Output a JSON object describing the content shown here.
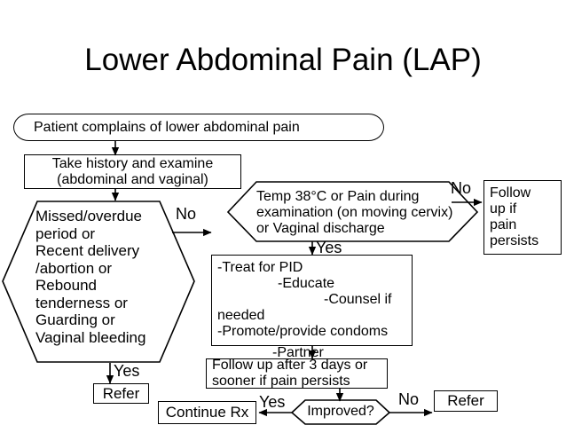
{
  "title": "Lower Abdominal Pain (LAP)",
  "flowchart": {
    "type": "flowchart",
    "nodes": {
      "start": {
        "shape": "rounded-rectangle",
        "text": "Patient complains of lower abdominal pain"
      },
      "history": {
        "shape": "rectangle",
        "line1": "Take history and examine",
        "line2": "(abdominal and vaginal)"
      },
      "risk_hexagon": {
        "shape": "hexagon",
        "line1": "Missed/overdue",
        "line2": "period or",
        "line3": "Recent delivery",
        "line4": "/abortion or",
        "line5": "Rebound",
        "line6": "tenderness or",
        "line7": "Guarding or",
        "line8": "Vaginal bleeding"
      },
      "pid_hexagon": {
        "shape": "hexagon",
        "line1": "Temp 38°C or Pain during",
        "line2": "examination (on moving cervix)",
        "line3": "or Vaginal discharge"
      },
      "followup_persists": {
        "shape": "rectangle",
        "line1": "Follow",
        "line2": "up if",
        "line3": "pain",
        "line4": "persists"
      },
      "treatment": {
        "shape": "rectangle",
        "line1": "-Treat for PID",
        "line2": "-Educate",
        "line3": "-Counsel if",
        "line4": "needed",
        "line5": "-Promote/provide condoms",
        "line6": "-Partner"
      },
      "followup_3days": {
        "shape": "rectangle",
        "line1": "Follow up after 3 days or",
        "line2": "sooner if pain persists"
      },
      "refer_left": {
        "shape": "rectangle",
        "text": "Refer"
      },
      "continue_rx": {
        "shape": "rectangle",
        "text": "Continue Rx"
      },
      "improved": {
        "shape": "hexagon",
        "text": "Improved?"
      },
      "refer_right": {
        "shape": "rectangle",
        "text": "Refer"
      }
    },
    "edge_labels": {
      "risk_no": "No",
      "risk_yes": "Yes",
      "pid_no": "No",
      "pid_yes": "Yes",
      "improved_yes": "Yes",
      "improved_no": "No"
    }
  },
  "colors": {
    "stroke": "#000000",
    "background": "#ffffff",
    "text": "#000000"
  }
}
